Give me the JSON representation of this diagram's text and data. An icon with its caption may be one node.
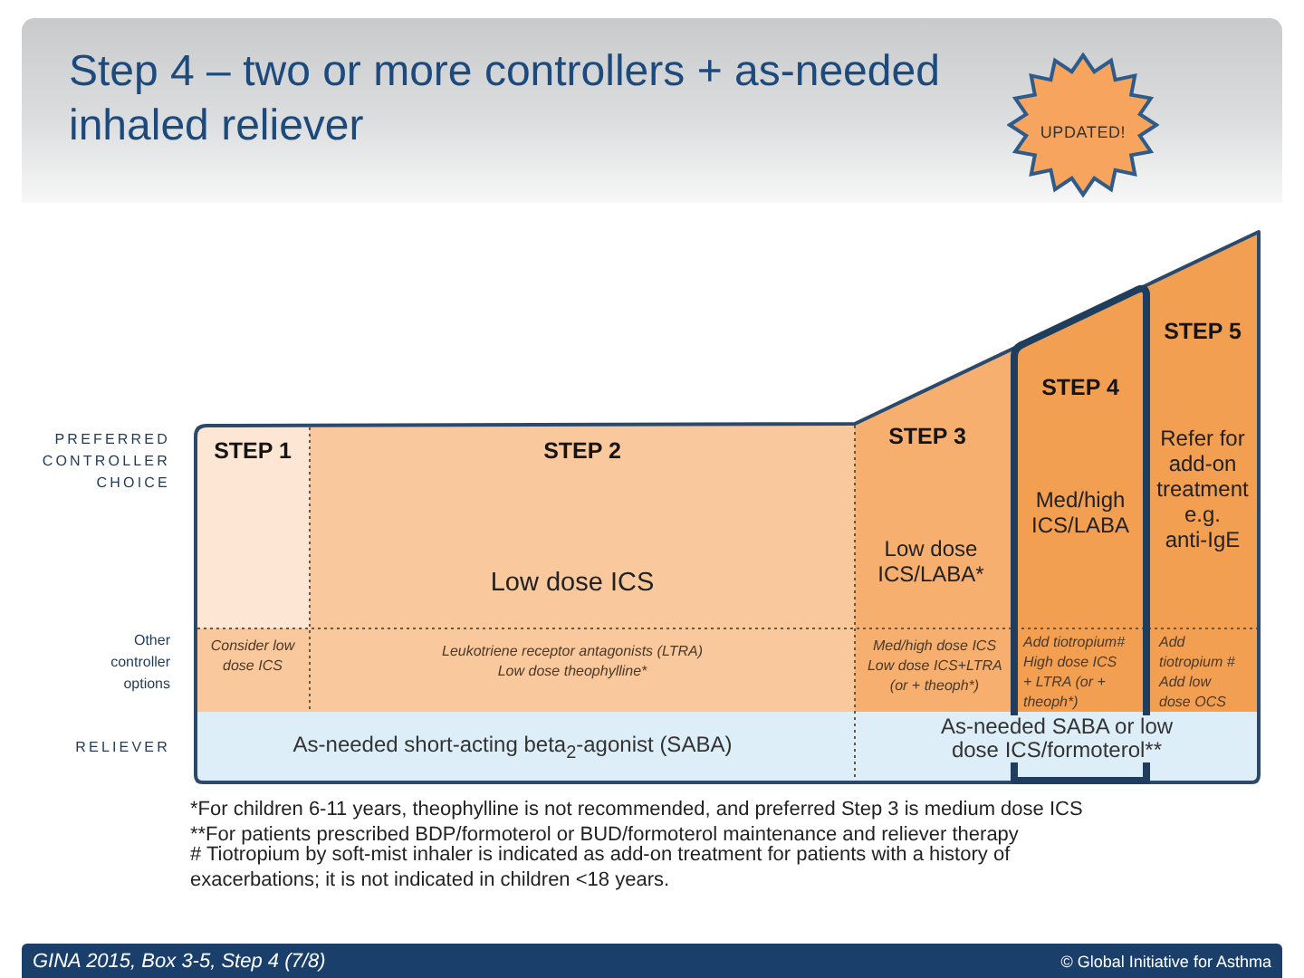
{
  "diagram": {
    "title": "Step 4 – two or more controllers + as-needed inhaled reliever",
    "nodes": [
      {
        "text": [
          "UPDATED!"
        ]
      },
      {
        "text": [
          "STEP 1",
          "Consider low dose ICS"
        ]
      },
      {
        "text": [
          "STEP 2",
          "Low dose ICS",
          "Leukotriene receptor antagonists (LTRA) Low dose theophylline*"
        ]
      },
      {
        "text": [
          "STEP 3",
          "Low dose ICS/LABA*",
          "Med/high dose ICS Low dose ICS+LTRA (or + theoph*)"
        ]
      },
      {
        "text": [
          "STEP 4",
          "Med/high ICS/LABA",
          "Add tiotropium# High dose ICS + LTRA (or + theoph*)"
        ]
      },
      {
        "text": [
          "STEP 5",
          "Refer for add-on treatment e.g. anti-IgE",
          "Add tiotropium # Add low dose OCS"
        ]
      },
      {
        "text": [
          "As-needed short-acting beta$_{2}$-agonist (SABA)"
        ]
      },
      {
        "text": [
          "As-needed SABA or low dose ICS/formoterol**"
        ]
      }
    ],
    "labels": [
      "PREFERRED CONTROLLER CHOICE",
      "Other controller options",
      "RELIEVER",
      "*For children 6-11 years, theophylline is not recommended, and preferred Step 3 is medium dose ICS",
      "**For patients prescribed BDP/formoterol or BUD/formoterol maintenance and reliever therapy",
      "# Tiotropium by soft-mist inhaler is indicated as add-on treatment for patients with a history of exacerbations; it is not indicated in children <18 years.",
      "GINA 2015, Box 3-5, Step 4 (7/8)",
      "© Global Initiative for Asthma"
    ]
  }
}
